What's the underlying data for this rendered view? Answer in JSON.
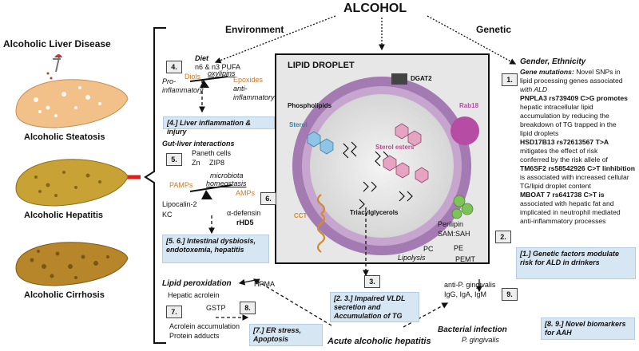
{
  "title": "ALCOHOL",
  "environment_label": "Environment",
  "genetic_label": "Genetic",
  "left": {
    "heading": "Alcoholic Liver Disease",
    "stages": [
      "Alcoholic Steatosis",
      "Alcoholic Hepatitis",
      "Alcoholic Cirrhosis"
    ]
  },
  "diet": {
    "num": "4.",
    "title": "Diet",
    "pufa": "n6 & n3 PUFA",
    "diols": "Diols",
    "oxylipins": "oxylipins",
    "epoxides": "Epoxides",
    "pro": "Pro-",
    "pro2": "inflammatory",
    "anti": "anti-",
    "anti2": "inflammatory",
    "box": "[4.] Liver inflammation & injury"
  },
  "gut": {
    "num": "5.",
    "num2": "6.",
    "title": "Gut-liver interactions",
    "paneth": "Paneth cells",
    "zn": "Zn",
    "zip8": "ZIP8",
    "microbiota": "microbiota",
    "homeostasis": "homeostasis",
    "pamps": "PAMPs",
    "amps": "AMPs",
    "lipocalin": "Lipocalin-2",
    "kc": "KC",
    "defensin": "α-defensin",
    "rhd5": "rHD5",
    "box": "[5. 6.] Intestinal dysbiosis, endotoxemia, hepatitis"
  },
  "lipidperox": {
    "title": "Lipid peroxidation",
    "acrolein": "Hepatic acrolein",
    "hpma": "HPMA",
    "num7": "7.",
    "num8": "8.",
    "gstp": "GSTP",
    "accum": "Acrolein accumulation",
    "adducts": "Protein adducts",
    "box": "[7.] ER stress, Apoptosis"
  },
  "droplet": {
    "title": "LIPID DROPLET",
    "dgat2": "DGAT2",
    "phospholipids": "Phospholipids",
    "sterol": "Sterol",
    "sterol_esters": "Sterol esters",
    "rab18": "Rab18",
    "triacylglycerols": "Triacylglycerols",
    "cct": "CCT",
    "perilipin": "Perilipin",
    "samsah": "SAM:SAH",
    "pc": "PC",
    "pe": "PE",
    "pemt": "PEMT",
    "lipolysis": "Lipolysis",
    "num2": "2.",
    "num3": "3.",
    "box": "[2. 3.] Impaired VLDL secretion and Accumulation of TG"
  },
  "genetic": {
    "num": "1.",
    "gender": "Gender, Ethnicity",
    "mutations_label": "Gene mutations:",
    "lines": [
      " Novel SNPs in",
      "lipid processing genes associated",
      "with ALD",
      "PNPLA3 rs739409 C>G promotes",
      "hepatic intracellular lipid",
      "accumulation by reducing the",
      "breakdown of TG trapped in the",
      "lipid droplets",
      "HSD17B13 rs72613567 T>A",
      "mitigates the effect of risk",
      "conferred by the risk allele of",
      "TM6SF2 rs58542926 C>T linhibition",
      "is associated with increased cellular",
      "TG/lipid droplet content",
      "MBOAT 7 rs641738 C>T is",
      "associated with hepatic fat and",
      "implicated in neutrophil mediated",
      "anti-inflammatory processes"
    ],
    "box": "[1.] Genetic factors modulate risk for ALD in drinkers"
  },
  "bacterial": {
    "num": "9.",
    "anti": "anti-P. gingivalis",
    "igs": "IgG, IgA, IgM",
    "title": "Bacterial infection",
    "species": "P. gingivalis",
    "box": "[8. 9.] Novel biomarkers for AAH"
  },
  "acute": "Acute alcoholic hepatitis",
  "colors": {
    "liver_steatosis": "#f2c18a",
    "liver_hepatitis": "#c9a236",
    "liver_cirrhosis": "#b8862a",
    "droplet_bg": "#e7e7e7",
    "membrane": "#9a6aa8",
    "box_blue": "#d6e6f3",
    "arrow_red": "#e21b1b"
  }
}
